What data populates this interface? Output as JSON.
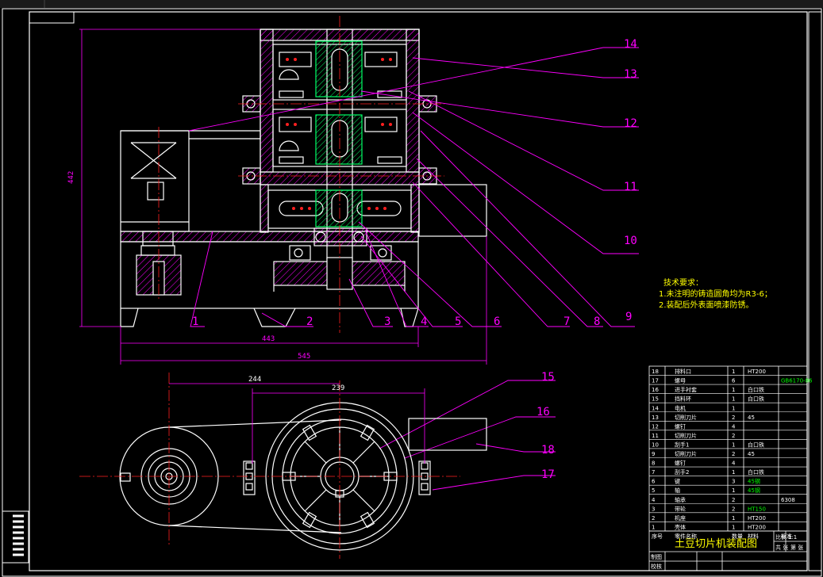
{
  "drawing": {
    "title": "土豆切片机装配图",
    "scale_label": "比例",
    "scale_value": "1:1",
    "sheet_label_a": "共 张",
    "sheet_label_b": "第 张",
    "drawn_by": "制图",
    "checked_by": "校核"
  },
  "tech_requirements": {
    "heading": "技术要求：",
    "items": [
      "1.未注明的铸造圆角均为R3-6；",
      "2.装配后外表面喷漆防锈。"
    ]
  },
  "dimensions": {
    "height": "442",
    "width_base": "443",
    "width_total": "545",
    "plan_left": "244",
    "plan_right": "239"
  },
  "callouts": [
    "1",
    "2",
    "3",
    "4",
    "5",
    "6",
    "7",
    "8",
    "9",
    "10",
    "11",
    "12",
    "13",
    "14",
    "15",
    "16",
    "17",
    "18"
  ],
  "bom_header": {
    "no": "序号",
    "name": "零件名称",
    "qty": "数量",
    "material": "材料",
    "remark": "标准"
  },
  "bom": [
    {
      "no": "18",
      "name": "排料口",
      "qty": "1",
      "material": "HT200",
      "remark": ""
    },
    {
      "no": "17",
      "name": "螺母",
      "qty": "6",
      "material": "",
      "remark": "GB6170-86"
    },
    {
      "no": "16",
      "name": "进手衬套",
      "qty": "1",
      "material": "白口铁",
      "remark": ""
    },
    {
      "no": "15",
      "name": "挡料环",
      "qty": "1",
      "material": "白口铁",
      "remark": ""
    },
    {
      "no": "14",
      "name": "电机",
      "qty": "1",
      "material": "",
      "remark": ""
    },
    {
      "no": "13",
      "name": "切削刀片",
      "qty": "2",
      "material": "45",
      "remark": ""
    },
    {
      "no": "12",
      "name": "螺钉",
      "qty": "4",
      "material": "",
      "remark": ""
    },
    {
      "no": "11",
      "name": "切削刀片",
      "qty": "2",
      "material": "",
      "remark": ""
    },
    {
      "no": "10",
      "name": "刮手1",
      "qty": "1",
      "material": "白口铁",
      "remark": ""
    },
    {
      "no": "9",
      "name": "切削刀片",
      "qty": "2",
      "material": "45",
      "remark": ""
    },
    {
      "no": "8",
      "name": "螺钉",
      "qty": "4",
      "material": "",
      "remark": ""
    },
    {
      "no": "7",
      "name": "刮手2",
      "qty": "1",
      "material": "白口铁",
      "remark": ""
    },
    {
      "no": "6",
      "name": "键",
      "qty": "3",
      "material": "45钢",
      "remark": ""
    },
    {
      "no": "5",
      "name": "轴",
      "qty": "1",
      "material": "45钢",
      "remark": ""
    },
    {
      "no": "4",
      "name": "轴承",
      "qty": "2",
      "material": "",
      "remark": "6308"
    },
    {
      "no": "3",
      "name": "带轮",
      "qty": "2",
      "material": "HT150",
      "remark": ""
    },
    {
      "no": "2",
      "name": "机座",
      "qty": "1",
      "material": "HT200",
      "remark": ""
    },
    {
      "no": "1",
      "name": "壳体",
      "qty": "1",
      "material": "HT200",
      "remark": ""
    }
  ],
  "colors": {
    "background": "#000000",
    "outline": "#ffffff",
    "leader": "#ff00ff",
    "centerline": "#ff2020",
    "hatch": "#ff00ff",
    "section": "#00ff66",
    "text_yellow": "#ffff00",
    "text_green": "#00ff00"
  }
}
